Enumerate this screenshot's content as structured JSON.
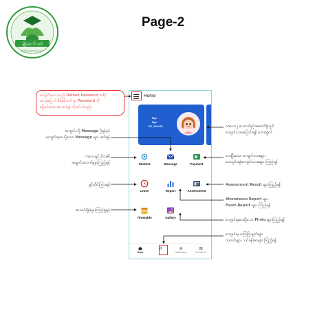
{
  "logo": {
    "name": "မျိုးဆက်သစ်",
    "tagline": "ကိုယ်ပိုင်အထက်တန်းကျောင်း"
  },
  "page": {
    "title": "Page-2"
  },
  "app": {
    "header_title": "Home",
    "card": {
      "line1": "Myo",
      "line2": "Myo",
      "line3": "DS_2411001"
    },
    "tiles": [
      {
        "label": "Student",
        "icon": "student-card-icon"
      },
      {
        "label": "Message",
        "icon": "envelope-icon"
      },
      {
        "label": "Payment",
        "icon": "payment-icon"
      },
      {
        "label": "Leave",
        "icon": "clock-icon"
      },
      {
        "label": "Report",
        "icon": "bar-chart-icon"
      },
      {
        "label": "Assessment",
        "icon": "assessment-icon"
      },
      {
        "label": "Timetable",
        "icon": "calendar-icon"
      },
      {
        "label": "Gallery",
        "icon": "image-icon"
      }
    ],
    "nav": [
      {
        "label": "Home",
        "icon": "home-icon"
      },
      {
        "label": "",
        "icon": "school-icon"
      },
      {
        "label": "Notifications",
        "icon": "bell-icon"
      },
      {
        "label": "Contact Us",
        "icon": "contact-card-icon"
      }
    ]
  },
  "callouts": {
    "password_note": [
      "ကျောင်းမှပေးသည့် Default Password အစိုင်",
      "အသုံးမပြုဘဲ မိမိနှစ်သက်ရာ Password ကို",
      "ပြောင်းလဲပေးထားပါရန် လိုအပ်ပါသည်။"
    ],
    "message_send": [
      "ကျောင်းသို့ Message ပို့ရန်နှင့်",
      "ကျောင်းမှပေးပို့သော Message များ ဖတ်ရန်"
    ],
    "student_info": [
      "ကလေးနှင့် မိဘ၏",
      "အချက်အလက်များကြည့်ရန်"
    ],
    "leave": [
      "ခွင့်တိုင်ကြားရန်"
    ],
    "timetable": [
      "စာသင်ချိန်များကြည့်ရှုရန်"
    ],
    "card_info": [
      "ကလေး၂ ယောက်နှင့်အထက်ရှိလျှင်",
      "ကျောင်းသားပြောင်းရန် ဘေးဆွဲပါ"
    ],
    "payment": [
      "ပေးပြီးသော ကျောင်းလခများ",
      "ပေးသွင်းရန်ကျောင်းလခများ ကြည့်ရန်"
    ],
    "assessment": [
      "Assessment Result များကြည့်ရန်"
    ],
    "report": [
      "Attendance Report များ",
      "Exam Report များ ကြည့်ရန်"
    ],
    "gallery": [
      "ကျောင်းမှပေးပို့သော Photo များကြည့်ရန်"
    ],
    "school_info": [
      "ကျောင်းမှ ကြေငြာချက်များ",
      "သတင်းများ သင်ခန်းစာများ ကြည့်ရန်"
    ]
  },
  "colors": {
    "brand_blue": "#1f5fd0",
    "alert_red": "#e53935",
    "frame": "#8fd4e0"
  }
}
